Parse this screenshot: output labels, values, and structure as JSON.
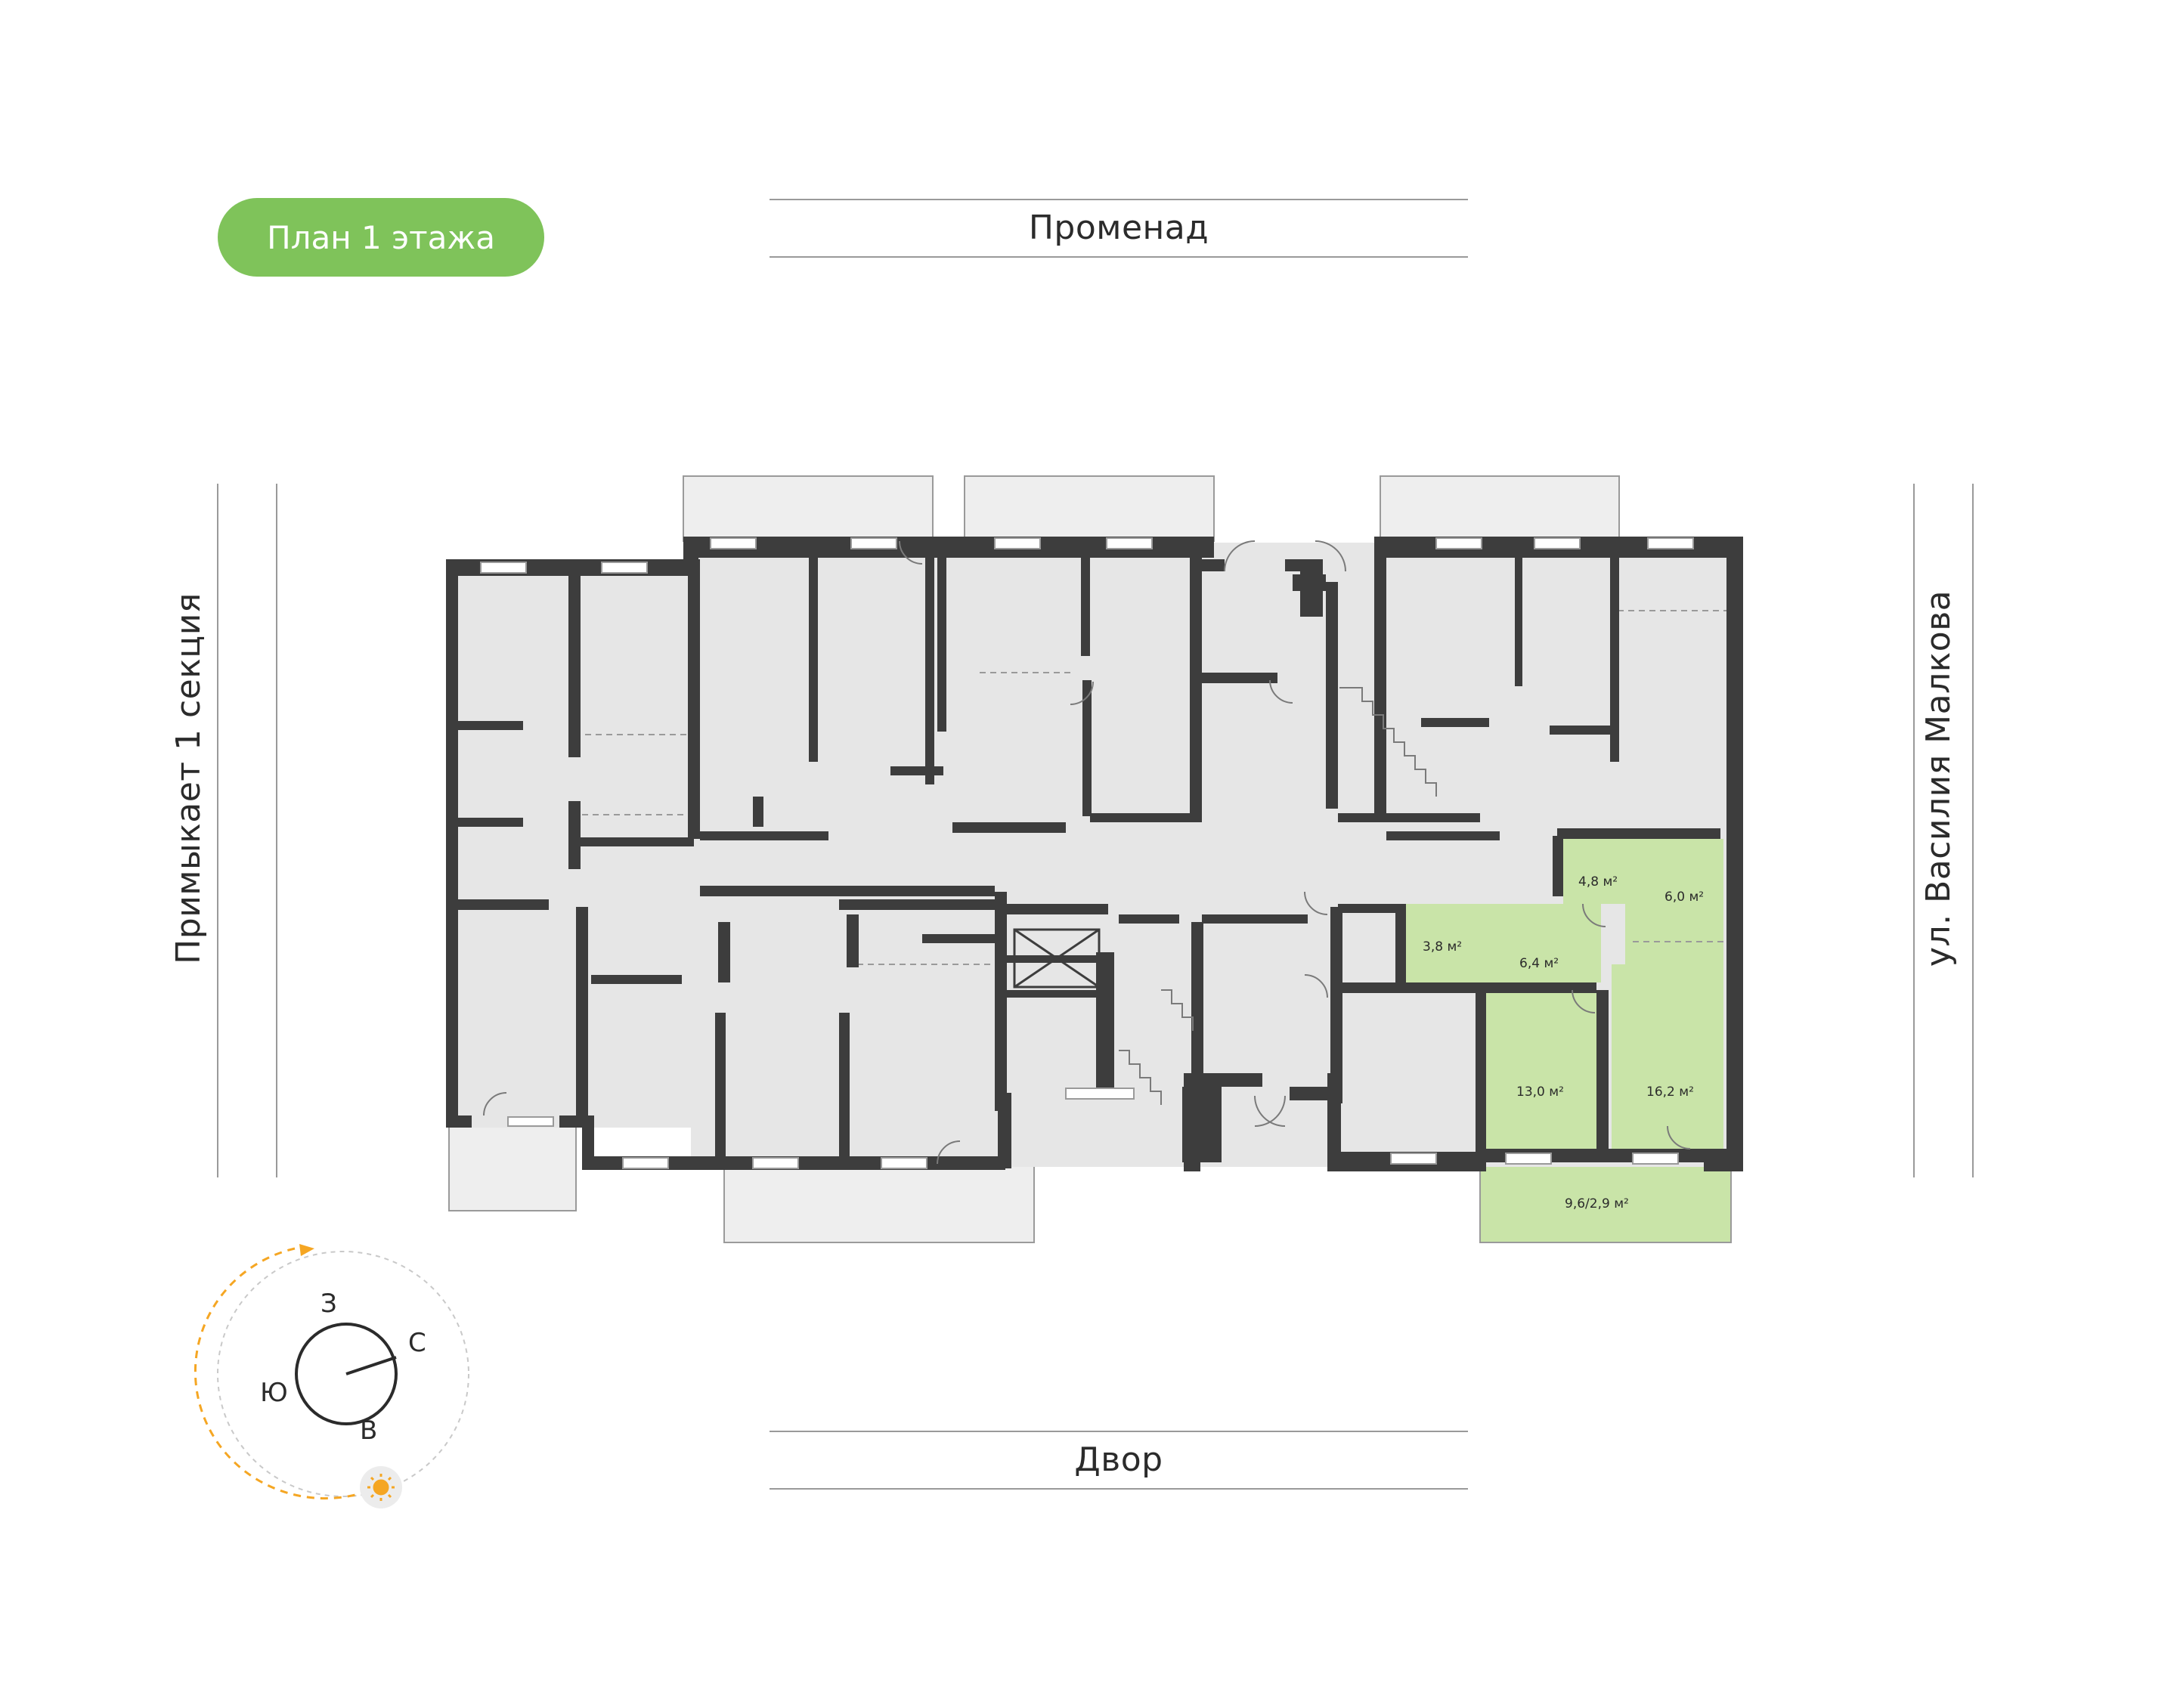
{
  "title": "План 1 этажа",
  "streets": {
    "top": "Променад",
    "bottom": "Двор",
    "left": "Примыкает 1 секция",
    "right": "ул. Василия Малкова"
  },
  "highlighted_apartment": {
    "rooms": [
      {
        "name": "room-3-8",
        "area": "3,8 м²"
      },
      {
        "name": "room-4-8",
        "area": "4,8 м²"
      },
      {
        "name": "room-6-0",
        "area": "6,0 м²"
      },
      {
        "name": "room-6-4",
        "area": "6,4 м²"
      },
      {
        "name": "room-13-0",
        "area": "13,0 м²"
      },
      {
        "name": "room-16-2",
        "area": "16,2 м²"
      },
      {
        "name": "balcony",
        "area": "9,6/2,9 м²"
      }
    ]
  },
  "compass": {
    "north": "С",
    "south": "Ю",
    "east": "В",
    "west": "З"
  },
  "colors": {
    "accent": "#7fc35a",
    "highlight": "#c9e4a8",
    "wall": "#3d3d3d",
    "room": "#e6e6e6",
    "sun": "#f5a623"
  }
}
